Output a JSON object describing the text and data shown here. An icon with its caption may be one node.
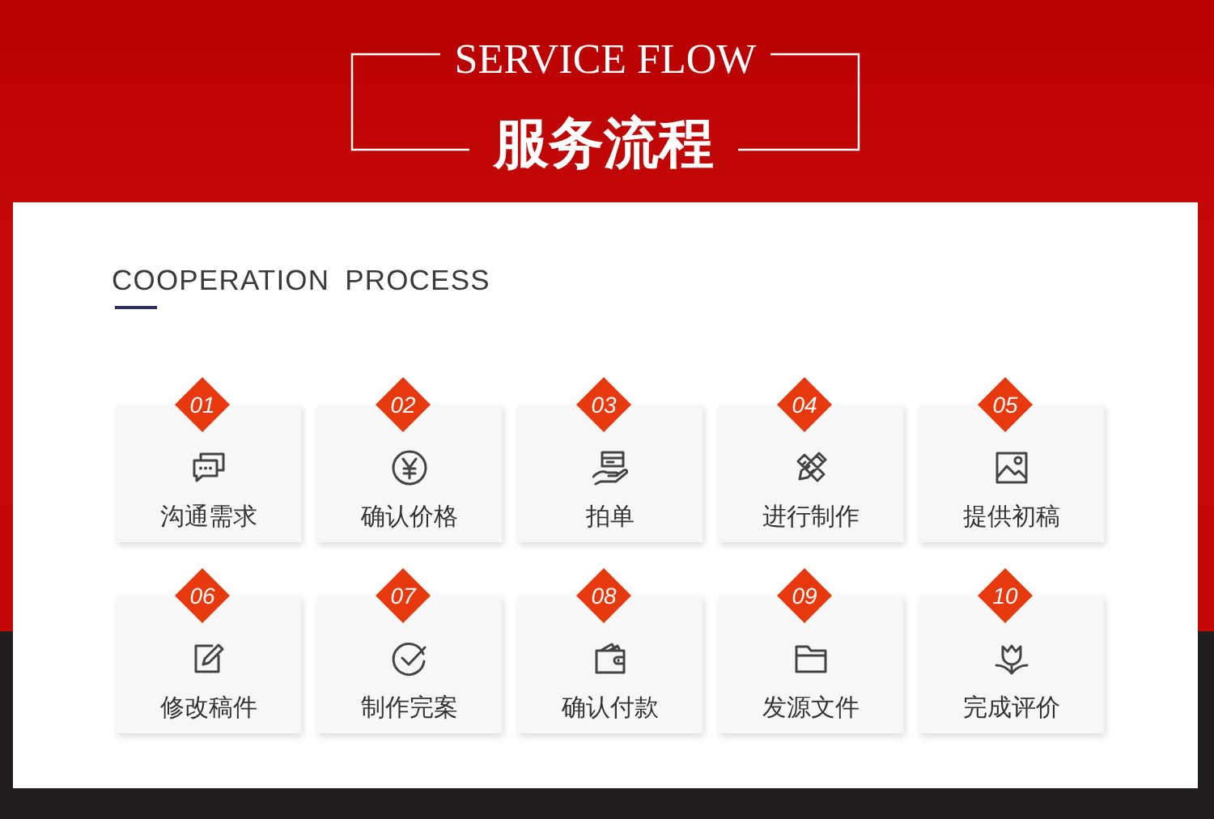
{
  "diagram": {
    "title": "服务流程",
    "nodes": [
      {
        "text": [
          "01",
          "沟通需求"
        ]
      },
      {
        "text": [
          "02",
          "确认价格"
        ]
      },
      {
        "text": [
          "03",
          "拍单"
        ]
      },
      {
        "text": [
          "04",
          "进行制作"
        ]
      },
      {
        "text": [
          "05",
          "提供初稿"
        ]
      },
      {
        "text": [
          "06",
          "修改稿件"
        ]
      },
      {
        "text": [
          "07",
          "制作完案"
        ]
      },
      {
        "text": [
          "08",
          "确认付款"
        ]
      },
      {
        "text": [
          "09",
          "发源文件"
        ]
      },
      {
        "text": [
          "10",
          "完成评价"
        ]
      }
    ],
    "labels": [
      "SERVICE FLOW",
      "COOPERATION PROCESS"
    ]
  }
}
